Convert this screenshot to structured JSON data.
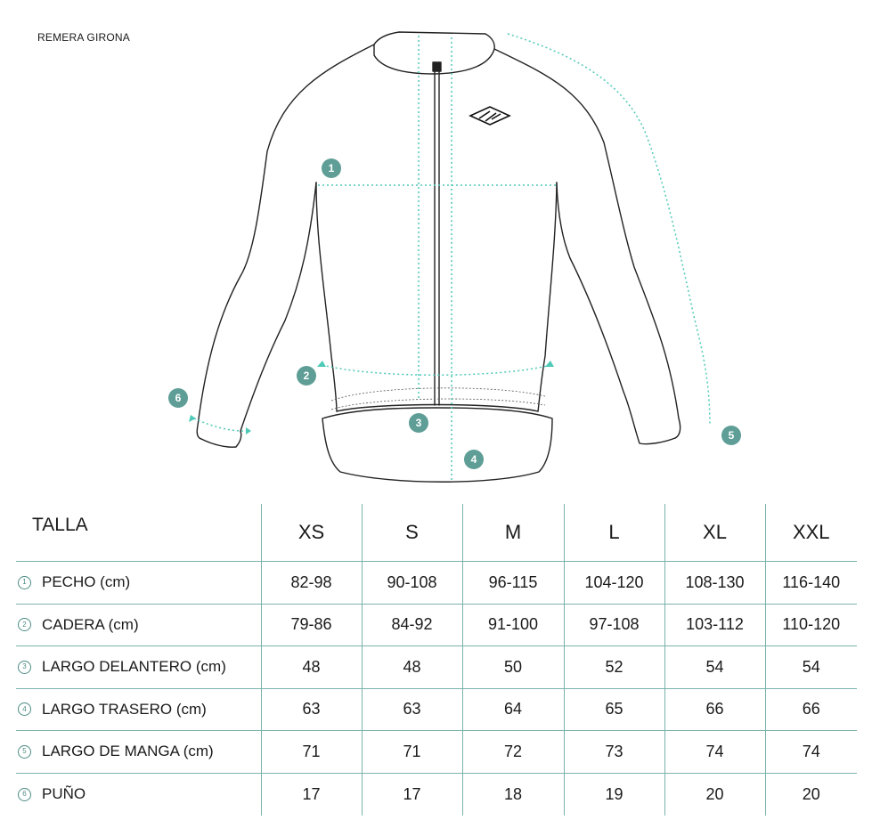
{
  "title": "REMERA GIRONA",
  "colors": {
    "accent": "#5e9e96",
    "guide": "#4fc9b8",
    "outline": "#222222",
    "table_line": "#7ab3ab"
  },
  "badges": [
    "1",
    "2",
    "3",
    "4",
    "5",
    "6"
  ],
  "table": {
    "corner": "TALLA",
    "sizes": [
      "XS",
      "S",
      "M",
      "L",
      "XL",
      "XXL"
    ],
    "rows": [
      {
        "num": "1",
        "label": "PECHO (cm)",
        "values": [
          "82-98",
          "90-108",
          "96-115",
          "104-120",
          "108-130",
          "116-140"
        ]
      },
      {
        "num": "2",
        "label": "CADERA (cm)",
        "values": [
          "79-86",
          "84-92",
          "91-100",
          "97-108",
          "103-112",
          "110-120"
        ]
      },
      {
        "num": "3",
        "label": "LARGO DELANTERO (cm)",
        "values": [
          "48",
          "48",
          "50",
          "52",
          "54",
          "54"
        ]
      },
      {
        "num": "4",
        "label": "LARGO TRASERO (cm)",
        "values": [
          "63",
          "63",
          "64",
          "65",
          "66",
          "66"
        ]
      },
      {
        "num": "5",
        "label": "LARGO DE MANGA (cm)",
        "values": [
          "71",
          "71",
          "72",
          "73",
          "74",
          "74"
        ]
      },
      {
        "num": "6",
        "label": "PUÑO",
        "values": [
          "17",
          "17",
          "18",
          "19",
          "20",
          "20"
        ]
      }
    ]
  }
}
